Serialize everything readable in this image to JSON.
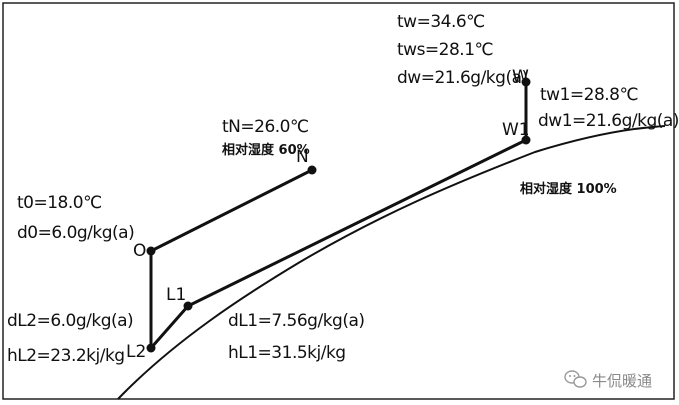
{
  "diagram": {
    "lines": {
      "N": "tN=26.0℃",
      "N2": "相对湿度 60%",
      "W": "tw=34.6℃",
      "W2": "tws=28.1℃",
      "W3": "dw=21.6g/kg(a)",
      "W1": "tw1=28.8℃",
      "W1b": "dw1=21.6g/kg(a)",
      "O": "t0=18.0℃",
      "O2": "d0=6.0g/kg(a)",
      "L2": "dL2=6.0g/kg(a)",
      "L2b": "hL2=23.2kj/kg",
      "L1": "dL1=7.56g/kg(a)",
      "L1b": "hL1=31.5kj/kg",
      "sat": "相对湿度 100%"
    },
    "points": {
      "N": "N",
      "W": "W",
      "W1": "W1",
      "O": "O",
      "L1": "L1",
      "L2": "L2"
    }
  },
  "watermark": {
    "text": "牛侃暖通",
    "icon": "wechat-icon"
  }
}
